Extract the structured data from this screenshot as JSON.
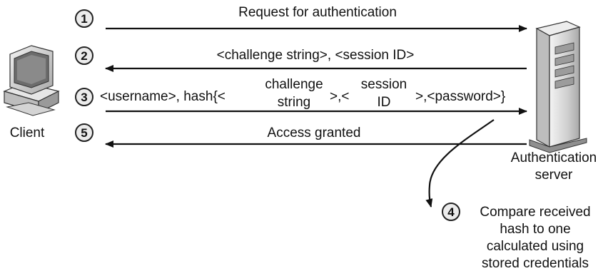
{
  "steps": [
    {
      "number": "1",
      "text": "Request for authentication"
    },
    {
      "number": "2",
      "text": "<challenge string>, <session ID>"
    },
    {
      "number": "3",
      "part_a": "<username>, hash{<",
      "challenge_line1": "challenge",
      "challenge_line2": "string",
      "part_b": ">,<",
      "session_line1": "session",
      "session_line2": "ID",
      "part_c": ">,<password>}"
    },
    {
      "number": "5",
      "text": "Access granted"
    },
    {
      "number": "4",
      "lines": [
        "Compare received",
        "hash to one",
        "calculated using",
        "stored credentials"
      ]
    }
  ],
  "client": {
    "label": "Client"
  },
  "server": {
    "label_line1": "Authentication",
    "label_line2": "server"
  },
  "colors": {
    "line": "#111111",
    "circle_fill": "#ececec",
    "device_fill": "#d8d8d8"
  }
}
